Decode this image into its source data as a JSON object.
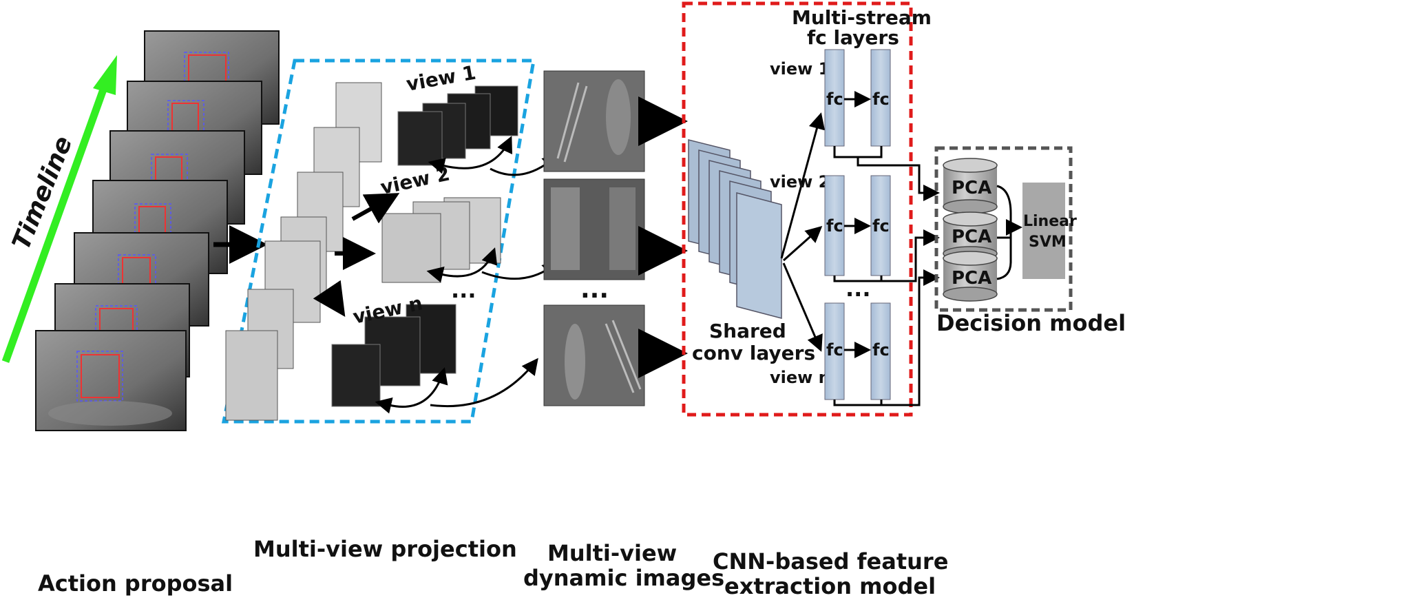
{
  "timeline_label": "Timeline",
  "captions": {
    "action_proposal": "Action proposal",
    "multiview_projection": "Multi-view projection",
    "dynamic_images_line1": "Multi-view",
    "dynamic_images_line2": "dynamic images",
    "cnn_line1": "CNN-based feature",
    "cnn_line2": "extraction model",
    "decision_model": "Decision model"
  },
  "projection_views": {
    "view1": "view 1",
    "view2": "view 2",
    "viewn": "view n",
    "ellipsis": "..."
  },
  "dynamic_ellipsis": "...",
  "shared_conv": {
    "line1": "Shared",
    "line2": "conv layers"
  },
  "multi_stream": {
    "line1": "Multi-stream",
    "line2": "fc layers"
  },
  "stream_views": {
    "view1": "view 1",
    "view2": "view 2",
    "viewn": "view n",
    "ellipsis": "..."
  },
  "fc_label": "fc",
  "pca_label": "PCA",
  "pca_dots": "...",
  "svm": {
    "line1": "Linear",
    "line2": "SVM"
  },
  "colors": {
    "timeline_arrow": "#33ee22",
    "projection_box": "#1aa3e0",
    "cnn_box": "#e01b1b",
    "decision_box": "#555555",
    "layer_fill": "#b7c9dd",
    "svm_fill": "#a8a8a8"
  }
}
